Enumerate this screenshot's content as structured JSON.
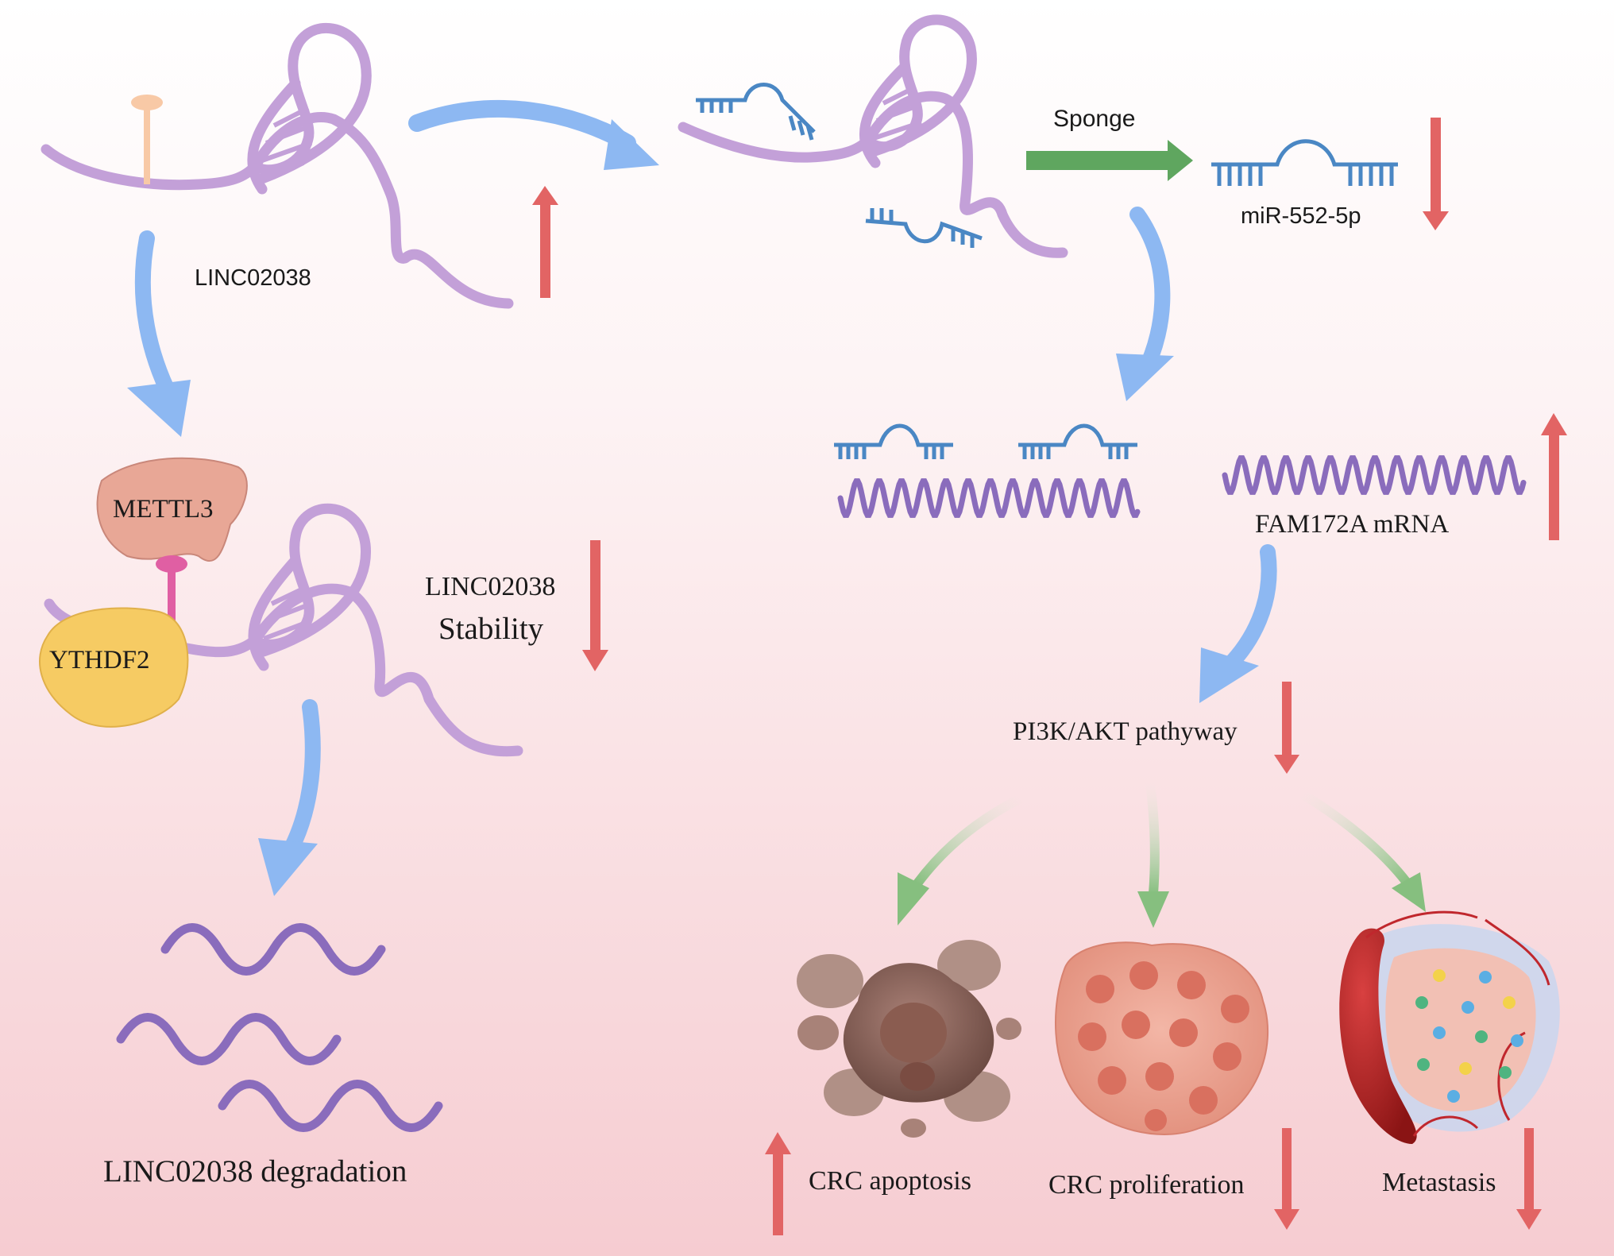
{
  "labels": {
    "linc_top": "LINC02038",
    "sponge": "Sponge",
    "mir": "miR-552-5p",
    "mettl3": "METTL3",
    "ythdf2": "YTHDF2",
    "stability_line1": "LINC02038",
    "stability_line2": "Stability",
    "fam172a": "FAM172A mRNA",
    "pi3k": "PI3K/AKT pathyway",
    "degradation": "LINC02038 degradation",
    "apoptosis": "CRC apoptosis",
    "proliferation": "CRC proliferation",
    "metastasis": "Metastasis"
  },
  "regulation": {
    "linc_top": "up",
    "mir": "down",
    "stability": "down",
    "fam172a": "up",
    "pi3k": "down",
    "apoptosis": "up",
    "proliferation": "down",
    "metastasis": "down"
  },
  "colors": {
    "lncrna": "#c3a0d8",
    "mirna": "#4a87c4",
    "mrna": "#8a6cbc",
    "up_down_arrow": "#e26464",
    "flow_arrow": "#8db8f2",
    "sponge_arrow": "#5fa65f",
    "outcome_arrow": "#8fc488",
    "mettl3": "#e8a796",
    "ythdf2": "#f6cb63",
    "m6a_mark": "#f8c9a6"
  },
  "icons": {
    "apoptosis": "apoptotic-cell-icon",
    "proliferation": "tumor-cluster-icon",
    "metastasis": "blood-vessel-tumor-icon"
  }
}
